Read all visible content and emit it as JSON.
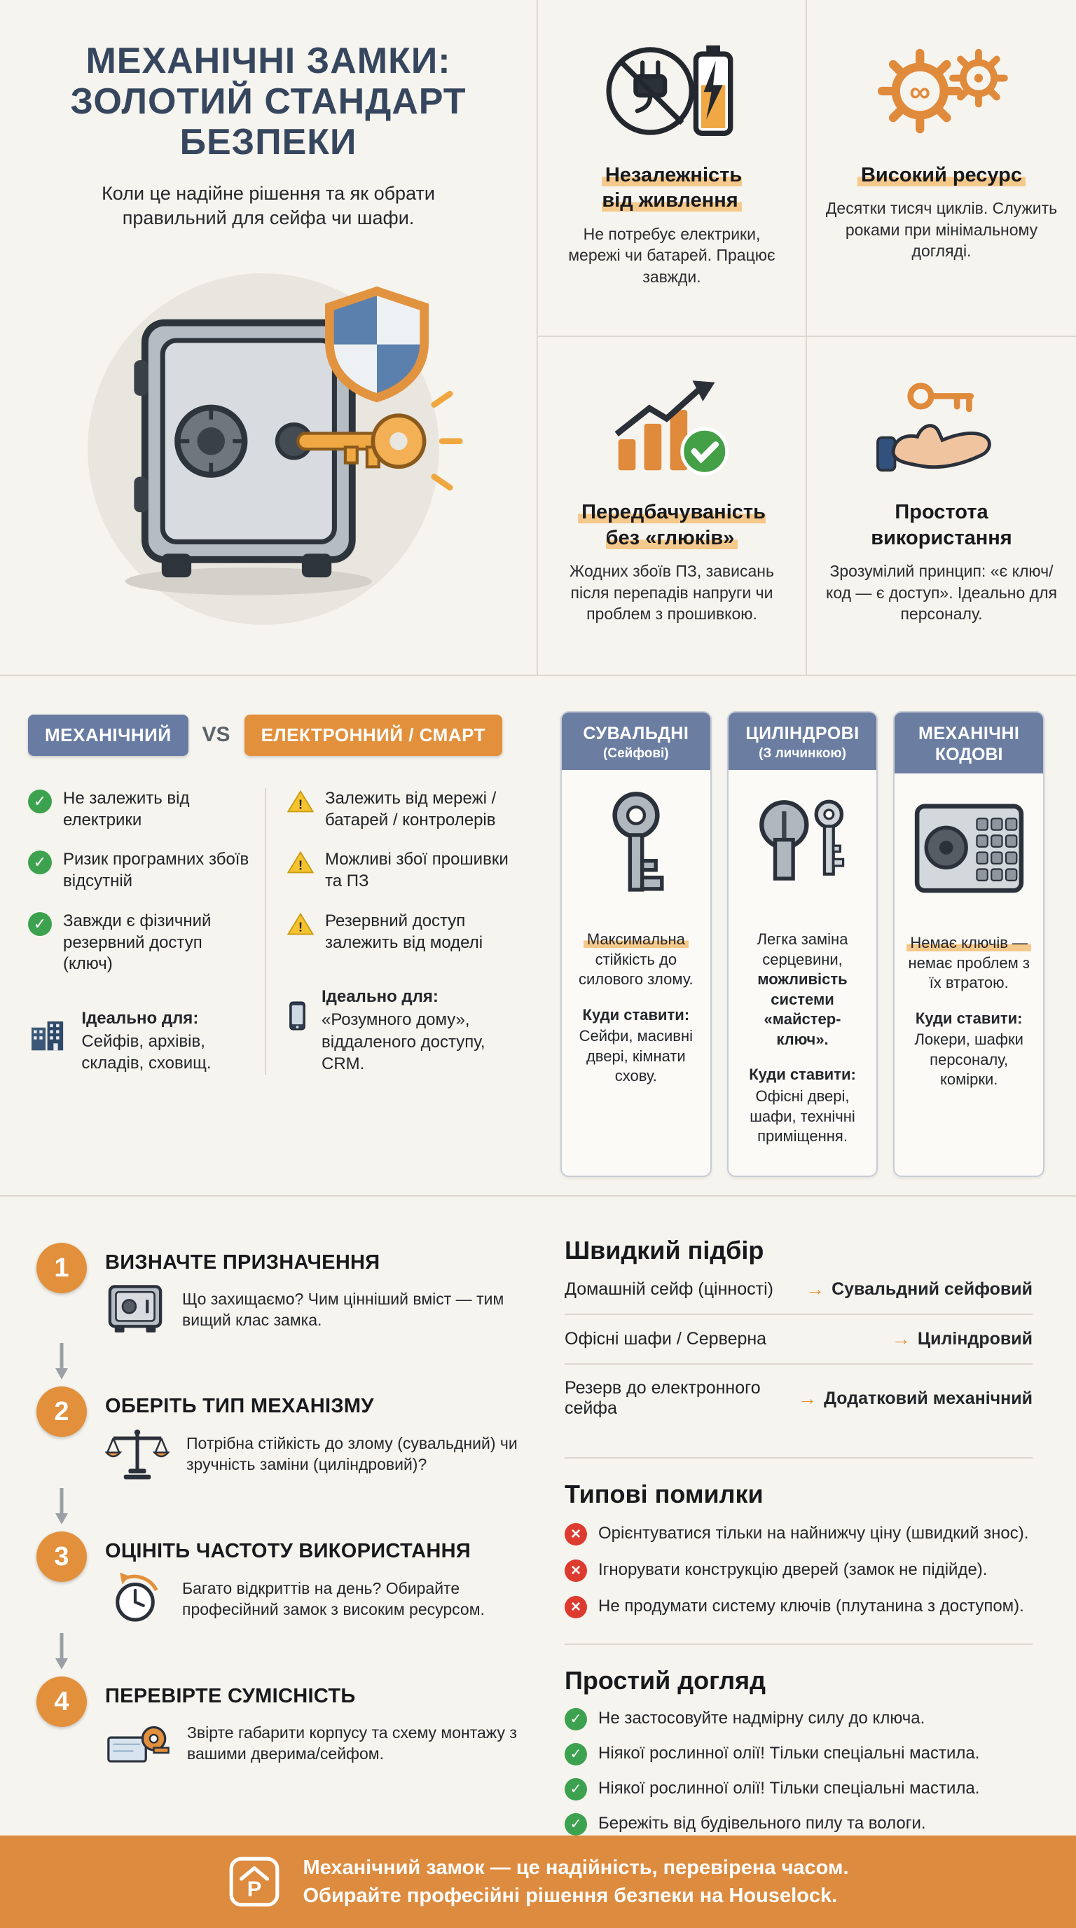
{
  "colors": {
    "background": "#f6f4ee",
    "accent_orange": "#e2903c",
    "navy_title": "#36465e",
    "pill_blue": "#687ca3",
    "card_header_blue": "#6b7ea2",
    "green": "#3da24f",
    "red": "#dd3b30",
    "warning_yellow": "#f5c330",
    "footer_orange": "#dd8b3f",
    "highlight": "#f5c98b"
  },
  "glyphs": {
    "check": "✓",
    "cross": "×",
    "arrow": "→",
    "warning": "!",
    "infinity": "∞",
    "logo_letter": "P"
  },
  "header": {
    "title": "МЕХАНІЧНІ ЗАМКИ:\nЗОЛОТИЙ СТАНДАРТ\nБЕЗПЕКИ",
    "subtitle": "Коли це надійне рішення та як обрати правильний для сейфа чи шафи."
  },
  "benefits": [
    {
      "icon": "no-power-icon",
      "title": "Незалежність\nвід живлення",
      "text": "Не потребує електрики, мережі чи батарей. Працює завжди."
    },
    {
      "icon": "gears-infinity-icon",
      "title": "Високий ресурс",
      "text": "Десятки тисяч циклів. Служить роками при мінімальному догляді."
    },
    {
      "icon": "chart-check-icon",
      "title": "Передбачуваність\nбез «глюків»",
      "text": "Жодних збоїв ПЗ, зависань після перепадів напруги чи проблем з прошивкою."
    },
    {
      "icon": "hand-key-icon",
      "title": "Простота\nвикористання",
      "text": "Зрозумілий принцип: «є ключ/код — є доступ». Ідеально для персоналу."
    }
  ],
  "vs": {
    "left_label": "МЕХАНІЧНИЙ",
    "vs_label": "VS",
    "right_label": "ЕЛЕКТРОННИЙ / СМАРТ",
    "mech_points": [
      "Не залежить від електрики",
      "Ризик програмних збоїв відсутній",
      "Завжди є фізичний резервний доступ (ключ)"
    ],
    "mech_ideal_label": "Ідеально для:",
    "mech_ideal_text": "Сейфів, архівів, складів, сховищ.",
    "smart_points": [
      "Залежить від мережі / батарей / контролерів",
      "Можливі збої прошивки та ПЗ",
      "Резервний доступ залежить від моделі"
    ],
    "smart_ideal_label": "Ідеально для:",
    "smart_ideal_text": "«Розумного дому», віддаленого доступу, CRM."
  },
  "types": [
    {
      "icon": "lever-key-icon",
      "title": "СУВАЛЬДНІ",
      "subtitle": "(Сейфові)",
      "lead": "Максимальна",
      "rest": "стійкість до силового злому.",
      "where_label": "Куди ставити:",
      "where": "Сейфи, масивні двері, кімнати схову."
    },
    {
      "icon": "cylinder-lock-icon",
      "title": "ЦИЛІНДРОВІ",
      "subtitle": "(З личинкою)",
      "desc": "Легка заміна серцевини,",
      "desc_bold": "можливість системи «майстер-ключ».",
      "where_label": "Куди ставити:",
      "where": "Офісні двері, шафи, технічні приміщення."
    },
    {
      "icon": "code-lock-icon",
      "title": "МЕХАНІЧНІ",
      "subtitle": "КОДОВІ",
      "lead": "Немає ключів —",
      "rest": "немає проблем з їх втратою.",
      "where_label": "Куди ставити:",
      "where": "Локери, шафки персоналу, комірки."
    }
  ],
  "steps": [
    {
      "num": "1",
      "icon": "safe-icon",
      "title": "ВИЗНАЧТЕ ПРИЗНАЧЕННЯ",
      "text": "Що захищаємо? Чим цінніший вміст — тим вищий клас замка."
    },
    {
      "num": "2",
      "icon": "scales-icon",
      "title": "ОБЕРІТЬ ТИП МЕХАНІЗМУ",
      "text": "Потрібна стійкість до злому (сувальдний) чи зручність заміни (циліндровий)?"
    },
    {
      "num": "3",
      "icon": "clock-icon",
      "title": "ОЦІНІТЬ ЧАСТОТУ ВИКОРИСТАННЯ",
      "text": "Багато відкриттів на день? Обирайте професійний замок з високим ресурсом."
    },
    {
      "num": "4",
      "icon": "blueprint-tape-icon",
      "title": "ПЕРЕВІРТЕ СУМІСНІСТЬ",
      "text": "Звірте габарити корпусу та схему монтажу з вашими дверима/сейфом."
    }
  ],
  "quick_pick": {
    "title": "Швидкий підбір",
    "rows": [
      {
        "need": "Домашній сейф (цінності)",
        "answer": "Сувальдний сейфовий"
      },
      {
        "need": "Офісні шафи / Серверна",
        "answer": "Циліндровий"
      },
      {
        "need": "Резерв до електронного сейфа",
        "answer": "Додатковий механічний"
      }
    ]
  },
  "mistakes": {
    "title": "Типові помилки",
    "items": [
      "Орієнтуватися тільки на найнижчу ціну (швидкий знос).",
      "Ігнорувати конструкцію дверей (замок не підійде).",
      "Не продумати систему ключів (плутанина з доступом)."
    ]
  },
  "care": {
    "title": "Простий догляд",
    "items": [
      "Не застосовуйте надмірну силу до ключа.",
      "Ніякої рослинної олії! Тільки спеціальні мастила.",
      "Ніякої рослинної олії! Тільки спеціальні мастила.",
      "Бережіть від будівельного пилу та вологи."
    ]
  },
  "footer": {
    "line1": "Механічний замок — це надійність, перевірена часом.",
    "line2": "Обирайте професійні рішення безпеки на Houselock."
  }
}
